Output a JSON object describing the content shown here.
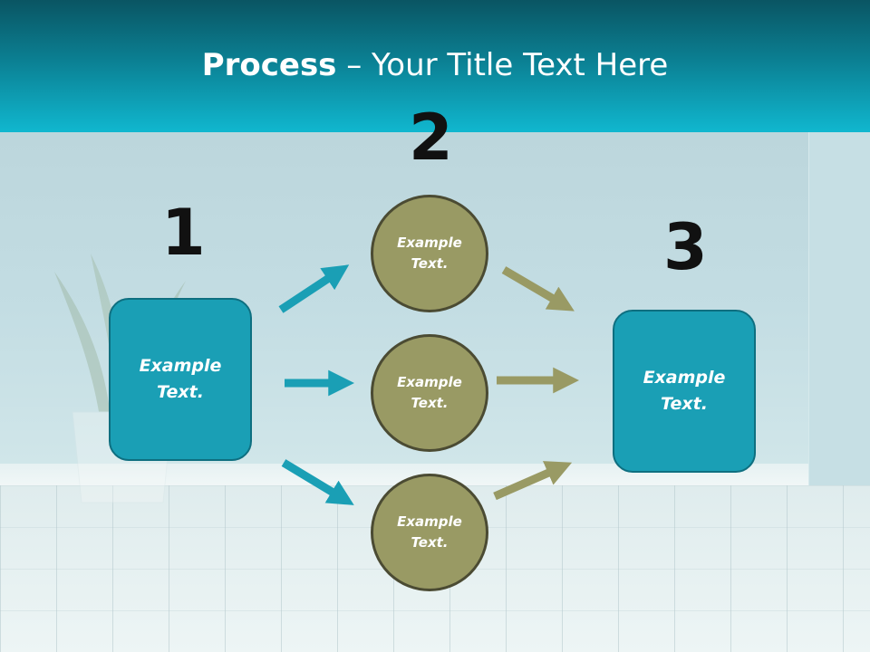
{
  "slide": {
    "title_strong": "Process",
    "title_rest": " – Your Title Text Here"
  },
  "steps": {
    "step1": {
      "number": "1",
      "text_line1": "Example",
      "text_line2": "Text."
    },
    "step2": {
      "number": "2"
    },
    "step3": {
      "number": "3",
      "text_line1": "Example",
      "text_line2": "Text."
    }
  },
  "circles": [
    {
      "text_line1": "Example",
      "text_line2": "Text."
    },
    {
      "text_line1": "Example",
      "text_line2": "Text."
    },
    {
      "text_line1": "Example",
      "text_line2": "Text."
    }
  ],
  "colors": {
    "header": "#0b7f92",
    "box_fill": "#1a9fb5",
    "circle_fill": "#999a64",
    "teal_arrow": "#1a9fb5",
    "olive_arrow": "#999a64"
  }
}
